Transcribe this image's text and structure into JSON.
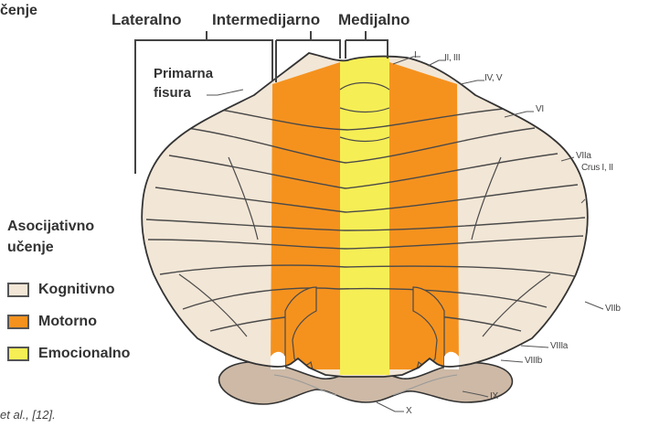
{
  "corner_text": "čenje",
  "zones": {
    "lateral": "Lateralno",
    "intermediate": "Intermedijarno",
    "medial": "Medijalno"
  },
  "fissure_label": {
    "line1": "Primarna",
    "line2": "fisura"
  },
  "lobules": {
    "I": "I",
    "II_III": "II, III",
    "IV_V": "IV, V",
    "VI": "VI",
    "VIIa": "VIIa",
    "crus": "Crus I, II",
    "VIIb": "VIIb",
    "VIIIa": "VIIIa",
    "VIIIb": "VIIIb",
    "IX": "IX",
    "X": "X"
  },
  "legend": {
    "title_line1": "Asocijativno",
    "title_line2": "učenje",
    "items": [
      {
        "label": "Kognitivno",
        "color": "#f2e6d6"
      },
      {
        "label": "Motorno",
        "color": "#f5921e"
      },
      {
        "label": "Emocionalno",
        "color": "#f6ee55"
      }
    ]
  },
  "citation": "et al., [12]."
}
